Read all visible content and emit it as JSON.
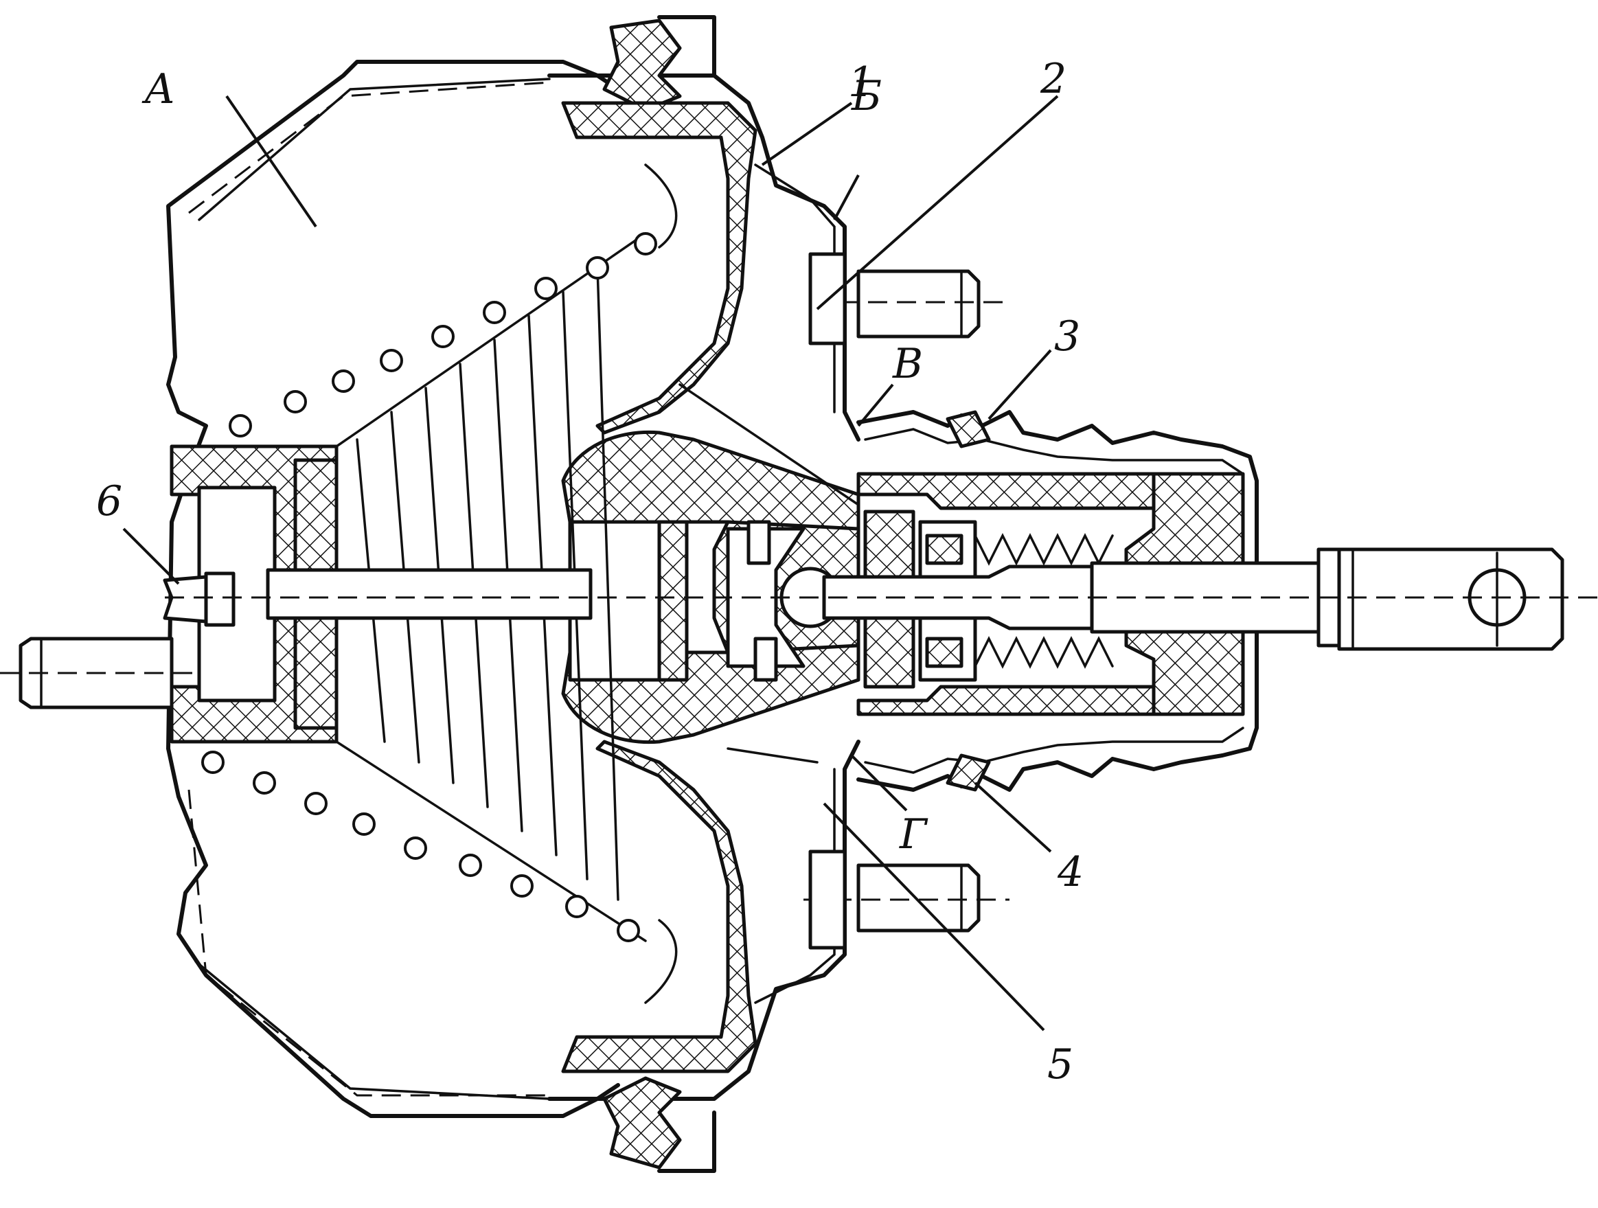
{
  "labels": {
    "a": "А",
    "b_cyr": "Б",
    "v": "В",
    "g": "Г",
    "n1": "1",
    "n2": "2",
    "n3": "3",
    "n4": "4",
    "n5": "5",
    "n6": "6"
  }
}
